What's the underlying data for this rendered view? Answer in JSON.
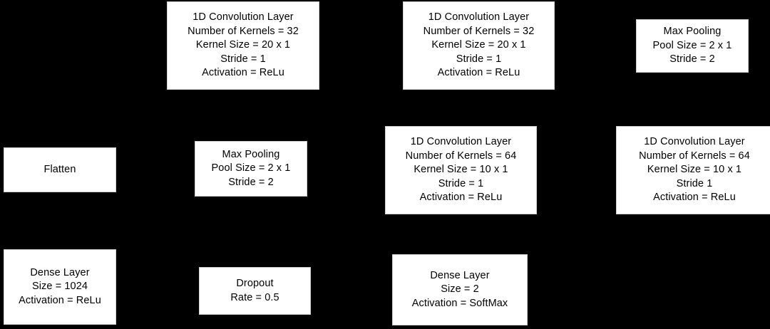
{
  "diagram": {
    "title": "1D CNN architecture layer diagram",
    "background_color": "#000000",
    "node_fill_color": "#ffffff",
    "node_text_color": "#000000",
    "nodes": [
      {
        "id": "conv1",
        "name": "conv-1d-layer-1",
        "lines": [
          "1D Convolution Layer",
          "Number of Kernels = 32",
          "Kernel Size = 20 x 1",
          "Stride = 1",
          "Activation = ReLu"
        ]
      },
      {
        "id": "conv2",
        "name": "conv-1d-layer-2",
        "lines": [
          "1D Convolution Layer",
          "Number of Kernels = 32",
          "Kernel Size = 20 x 1",
          "Stride = 1",
          "Activation = ReLu"
        ]
      },
      {
        "id": "maxpool1",
        "name": "max-pooling-1",
        "lines": [
          "Max Pooling",
          "Pool Size = 2 x 1",
          "Stride = 2"
        ]
      },
      {
        "id": "conv3",
        "name": "conv-1d-layer-3",
        "lines": [
          "1D Convolution Layer",
          "Number of Kernels = 64",
          "Kernel Size = 10 x 1",
          "Stride 1",
          "Activation = ReLu"
        ]
      },
      {
        "id": "conv4",
        "name": "conv-1d-layer-4",
        "lines": [
          "1D Convolution Layer",
          "Number of Kernels = 64",
          "Kernel Size = 10 x 1",
          "Stride = 1",
          "Activation = ReLu"
        ]
      },
      {
        "id": "maxpool2",
        "name": "max-pooling-2",
        "lines": [
          "Max Pooling",
          "Pool Size = 2 x 1",
          "Stride = 2"
        ]
      },
      {
        "id": "flatten",
        "name": "flatten-layer",
        "lines": [
          "Flatten"
        ]
      },
      {
        "id": "dense1",
        "name": "dense-layer-1024",
        "lines": [
          "Dense Layer",
          "Size = 1024",
          "Activation = ReLu"
        ]
      },
      {
        "id": "dropout",
        "name": "dropout-layer",
        "lines": [
          "Dropout",
          "Rate = 0.5"
        ]
      },
      {
        "id": "dense2",
        "name": "dense-layer-output",
        "lines": [
          "Dense Layer",
          "Size = 2",
          "Activation = SoftMax"
        ]
      }
    ]
  }
}
